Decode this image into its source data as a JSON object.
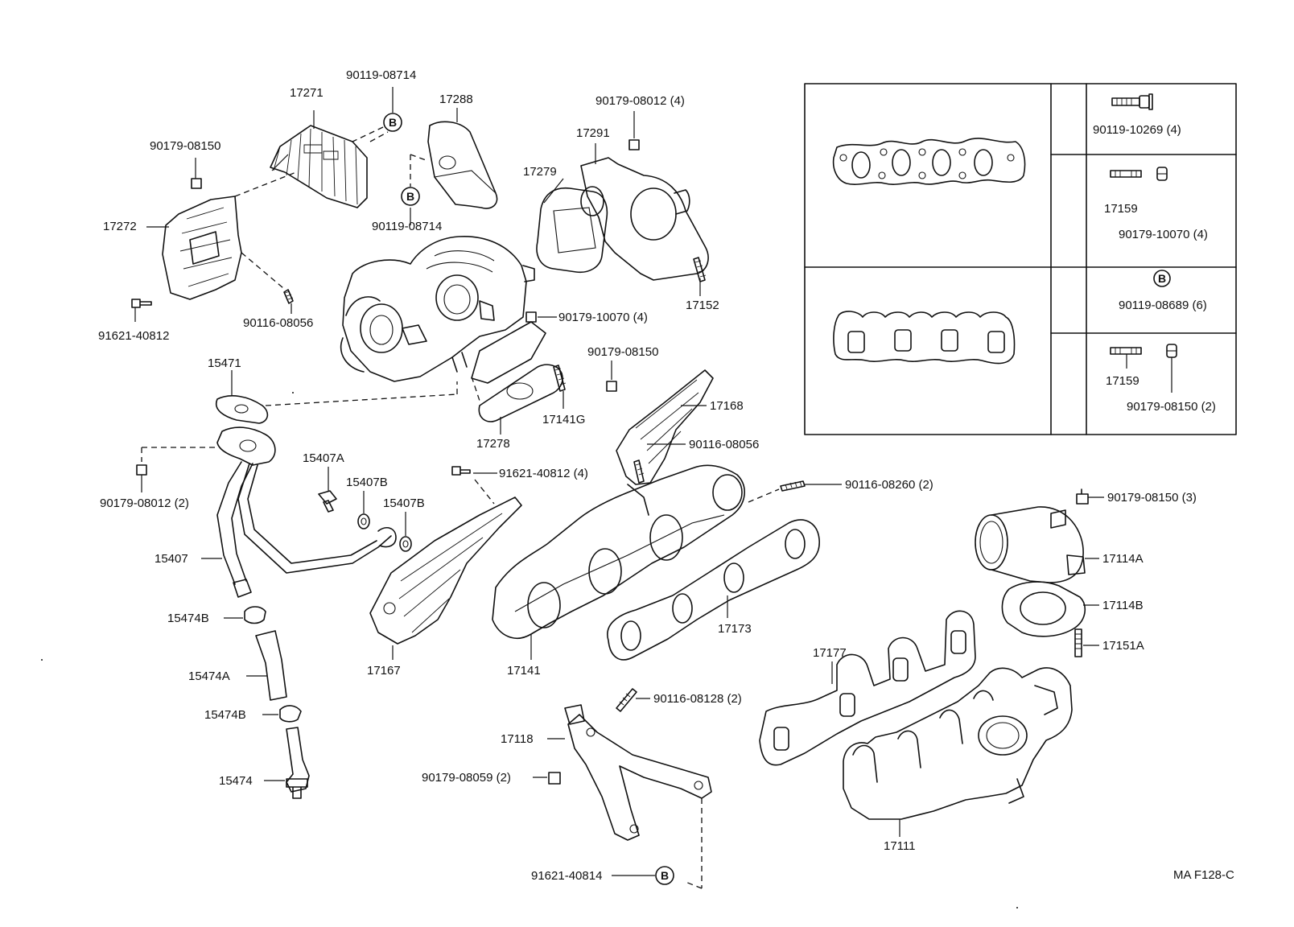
{
  "labels": {
    "p17271": "17271",
    "p90119_08714_top": "90119-08714",
    "p17288": "17288",
    "p90179_08012_4": "90179-08012 (4)",
    "p17291": "17291",
    "p17279": "17279",
    "p90179_08150_a": "90179-08150",
    "p17272": "17272",
    "p90119_08714_mid": "90119-08714",
    "p17152": "17152",
    "p91621_40812": "91621-40812",
    "p90116_08056_a": "90116-08056",
    "p90179_10070_4": "90179-10070 (4)",
    "p15471": "15471",
    "p90179_08150_b": "90179-08150",
    "p17168": "17168",
    "p17278": "17278",
    "p17141G": "17141G",
    "p90116_08056_b": "90116-08056",
    "p15407A": "15407A",
    "p90179_08012_2": "90179-08012  (2)",
    "p15407B_a": "15407B",
    "p91621_40812_4": "91621-40812 (4)",
    "p15407B_b": "15407B",
    "p90116_08260_2": "90116-08260 (2)",
    "p90179_08150_3": "90179-08150 (3)",
    "p15407": "15407",
    "p17114A": "17114A",
    "p15474B_a": "15474B",
    "p17114B": "17114B",
    "p17173": "17173",
    "p17151A": "17151A",
    "p17177": "17177",
    "p15474A": "15474A",
    "p17167": "17167",
    "p17141": "17141",
    "p90116_08128_2": "90116-08128 (2)",
    "p15474B_b": "15474B",
    "p17118": "17118",
    "p90179_08059_2": "90179-08059 (2)",
    "p15474": "15474",
    "p17111": "17111",
    "p91621_40814": "91621-40814",
    "diagram_code": "MA  F128-C"
  },
  "inset": {
    "p90119_10269_4": "90119-10269 (4)",
    "p17159_a": "17159",
    "p90179_10070_4": "90179-10070 (4)",
    "p90119_08689_6": "90119-08689 (6)",
    "p17159_b": "17159",
    "p90179_08150_2": "90179-08150 (2)"
  },
  "marker": "B"
}
